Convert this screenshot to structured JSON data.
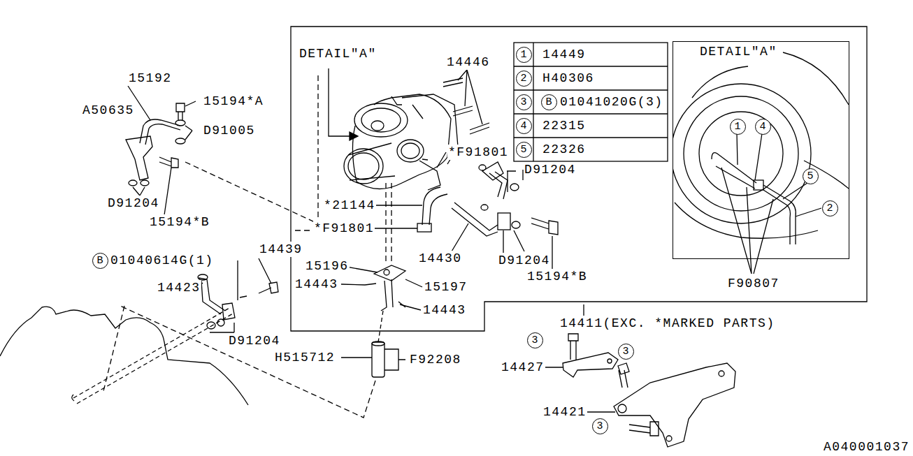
{
  "diagram": {
    "nodes": [
      {
        "text": [
          "1"
        ]
      },
      {
        "text": [
          "2"
        ]
      },
      {
        "text": [
          "3"
        ]
      },
      {
        "text": [
          "B"
        ]
      },
      {
        "text": [
          "4"
        ]
      },
      {
        "text": [
          "5"
        ]
      },
      {
        "text": [
          "DETAIL\"A\""
        ]
      },
      {
        "text": [
          "1"
        ],
        "in": 6
      },
      {
        "text": [
          "4"
        ],
        "in": 6
      },
      {
        "text": [
          "5"
        ],
        "in": 6
      },
      {
        "text": [
          "2"
        ],
        "in": 6
      },
      {
        "text": [
          "B"
        ]
      },
      {
        "text": [
          "3"
        ]
      },
      {
        "text": [
          "3"
        ]
      },
      {
        "text": [
          "3"
        ]
      }
    ],
    "labels": [
      "DETAIL\"A\"",
      "14446",
      "15192",
      "15194*A",
      "A50635",
      "D91005",
      "D91204",
      "15194*B",
      "*F91801",
      "D91204",
      "*21144",
      "*F91801",
      "14430",
      "D91204",
      "15194*B",
      "01040614G(1)",
      "14439",
      "14423",
      "15196",
      "14443",
      "15197",
      "14443",
      "D91204",
      "H515712",
      "F92208",
      "14411(EXC. *MARKED PARTS)",
      "14427",
      "14421",
      "F90807",
      "14449",
      "H40306",
      "01041020G(3)",
      "22315",
      "22326",
      "A040001037"
    ]
  }
}
